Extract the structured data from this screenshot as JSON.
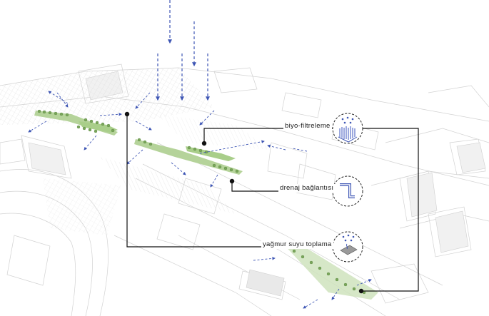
{
  "labels": {
    "biofiltration": "biyo-filtreleme",
    "drainage": "drenaj bağlantısı",
    "rainwater": "yağmur suyu toplama"
  },
  "icons": {
    "biofiltration": "biofilter-icon",
    "drainage": "drainage-pipe-icon",
    "rainwater": "rainwater-collection-icon"
  },
  "colors": {
    "arrow": "#3d55b4",
    "vegetation": "#8fbf6a",
    "linework": "#c9c9c9",
    "leader": "#111111"
  }
}
